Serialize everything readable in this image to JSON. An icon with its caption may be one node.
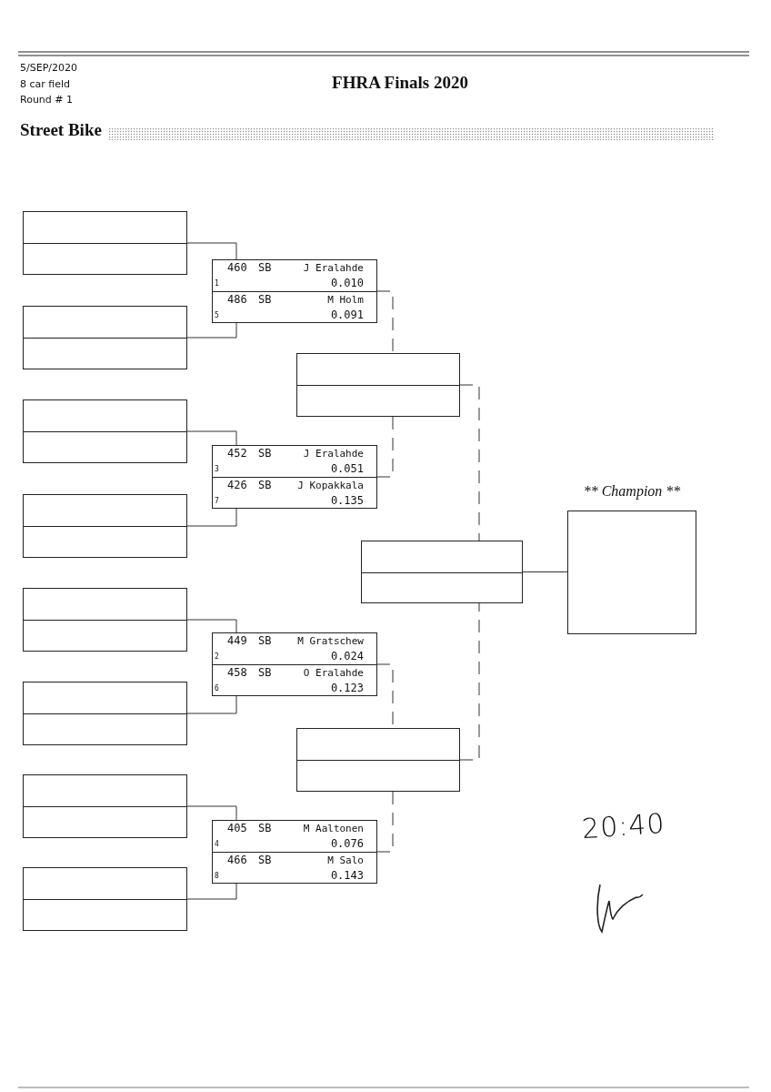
{
  "diagram": {
    "title": "FHRA Finals 2020",
    "nodes": [
      {
        "text": [],
        "shape": "box"
      },
      {
        "text": [],
        "shape": "box"
      },
      {
        "text": [],
        "shape": "box"
      },
      {
        "text": [],
        "shape": "box"
      },
      {
        "text": [],
        "shape": "box"
      },
      {
        "text": [],
        "shape": "box"
      },
      {
        "text": [],
        "shape": "box"
      },
      {
        "text": [],
        "shape": "box"
      },
      {
        "text": [
          "460",
          "SB",
          "J Eralahde",
          "1",
          "0.010",
          "486",
          "SB",
          "M Holm",
          "5",
          "0.091"
        ]
      },
      {
        "text": [
          "452",
          "SB",
          "J Eralahde",
          "3",
          "0.051",
          "426",
          "SB",
          "J Kopakkala",
          "7",
          "0.135"
        ]
      },
      {
        "text": [
          "449",
          "SB",
          "M Gratschew",
          "2",
          "0.024",
          "458",
          "SB",
          "O Eralahde",
          "6",
          "0.123"
        ]
      },
      {
        "text": [
          "405",
          "SB",
          "M Aaltonen",
          "4",
          "0.076",
          "466",
          "SB",
          "M Salo",
          "8",
          "0.143"
        ]
      },
      {
        "text": [],
        "shape": "box"
      },
      {
        "text": [],
        "shape": "box"
      },
      {
        "text": [],
        "shape": "box"
      },
      {
        "text": [
          "** Champion **"
        ]
      }
    ],
    "edges": [
      {
        "from": 0,
        "to": 8,
        "arrow": "none"
      },
      {
        "from": 1,
        "to": 8,
        "arrow": "none"
      },
      {
        "from": 2,
        "to": 9,
        "arrow": "none"
      },
      {
        "from": 3,
        "to": 9,
        "arrow": "none"
      },
      {
        "from": 4,
        "to": 10,
        "arrow": "none"
      },
      {
        "from": 5,
        "to": 10,
        "arrow": "none"
      },
      {
        "from": 6,
        "to": 11,
        "arrow": "none"
      },
      {
        "from": 7,
        "to": 11,
        "arrow": "none"
      },
      {
        "from": 8,
        "to": 12,
        "arrow": "none",
        "style": "dashed"
      },
      {
        "from": 9,
        "to": 12,
        "arrow": "none",
        "style": "dashed"
      },
      {
        "from": 10,
        "to": 13,
        "arrow": "none",
        "style": "dashed"
      },
      {
        "from": 11,
        "to": 13,
        "arrow": "none",
        "style": "dashed"
      },
      {
        "from": 12,
        "to": 14,
        "arrow": "none",
        "style": "dashed"
      },
      {
        "from": 13,
        "to": 14,
        "arrow": "none",
        "style": "dashed"
      },
      {
        "from": 14,
        "to": 15,
        "arrow": "none"
      }
    ],
    "labels": [
      "5/SEP/2020",
      "8 car field",
      "Round # 1",
      "Street Bike",
      "20:40"
    ]
  }
}
